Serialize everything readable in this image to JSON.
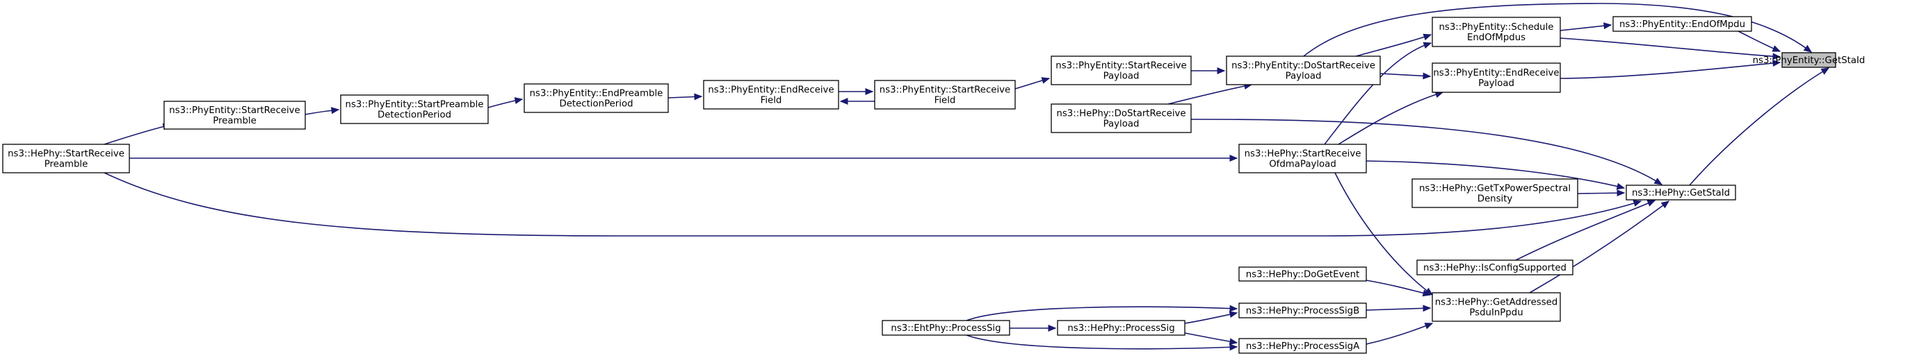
{
  "nodes": {
    "phyentity_getstaid": [
      "ns3::PhyEntity::GetStaId"
    ],
    "phyentity_endofmpdu": [
      "ns3::PhyEntity::EndOfMpdu"
    ],
    "phyentity_scheduleendofmpdus": [
      "ns3::PhyEntity::Schedule",
      "EndOfMpdus"
    ],
    "phyentity_endreceivepayload": [
      "ns3::PhyEntity::EndReceive",
      "Payload"
    ],
    "phyentity_dostartreceivepayload": [
      "ns3::PhyEntity::DoStartReceive",
      "Payload"
    ],
    "phyentity_startreceivepayload": [
      "ns3::PhyEntity::StartReceive",
      "Payload"
    ],
    "hephy_dostartreceivepayload": [
      "ns3::HePhy::DoStartReceive",
      "Payload"
    ],
    "phyentity_startreceivefield": [
      "ns3::PhyEntity::StartReceive",
      "Field"
    ],
    "phyentity_endreceivefield": [
      "ns3::PhyEntity::EndReceive",
      "Field"
    ],
    "phyentity_endpreambledetectionperiod": [
      "ns3::PhyEntity::EndPreamble",
      "DetectionPeriod"
    ],
    "phyentity_startpreambledetectionperiod": [
      "ns3::PhyEntity::StartPreamble",
      "DetectionPeriod"
    ],
    "phyentity_startreceivepreamble": [
      "ns3::PhyEntity::StartReceive",
      "Preamble"
    ],
    "hephy_startreceivepreamble": [
      "ns3::HePhy::StartReceive",
      "Preamble"
    ],
    "hephy_startreceiveofdmapayload": [
      "ns3::HePhy::StartReceive",
      "OfdmaPayload"
    ],
    "hephy_getstaid": [
      "ns3::HePhy::GetStaId"
    ],
    "hephy_gettxpowerspectraldensity": [
      "ns3::HePhy::GetTxPowerSpectral",
      "Density"
    ],
    "hephy_isconfigsupported": [
      "ns3::HePhy::IsConfigSupported"
    ],
    "hephy_getaddressedpsduinppdu": [
      "ns3::HePhy::GetAddressed",
      "PsduInPpdu"
    ],
    "hephy_dogetevent": [
      "ns3::HePhy::DoGetEvent"
    ],
    "hephy_processsigb": [
      "ns3::HePhy::ProcessSigB"
    ],
    "hephy_processsiga": [
      "ns3::HePhy::ProcessSigA"
    ],
    "hephy_processsig": [
      "ns3::HePhy::ProcessSig"
    ],
    "ehtphy_processsig": [
      "ns3::EhtPhy::ProcessSig"
    ]
  },
  "focus_node": "phyentity_getstaid",
  "edges": [
    [
      "phyentity_endofmpdu",
      "phyentity_getstaid"
    ],
    [
      "phyentity_scheduleendofmpdus",
      "phyentity_getstaid"
    ],
    [
      "phyentity_dostartreceivepayload",
      "phyentity_getstaid"
    ],
    [
      "phyentity_endreceivepayload",
      "phyentity_getstaid"
    ],
    [
      "hephy_getstaid",
      "phyentity_getstaid"
    ],
    [
      "phyentity_scheduleendofmpdus",
      "phyentity_endofmpdu"
    ],
    [
      "phyentity_dostartreceivepayload",
      "phyentity_scheduleendofmpdus"
    ],
    [
      "hephy_startreceiveofdmapayload",
      "phyentity_scheduleendofmpdus"
    ],
    [
      "phyentity_dostartreceivepayload",
      "phyentity_endreceivepayload"
    ],
    [
      "hephy_startreceiveofdmapayload",
      "phyentity_endreceivepayload"
    ],
    [
      "phyentity_startreceivepayload",
      "phyentity_dostartreceivepayload"
    ],
    [
      "hephy_dostartreceivepayload",
      "phyentity_dostartreceivepayload"
    ],
    [
      "phyentity_startreceivefield",
      "phyentity_startreceivepayload"
    ],
    [
      "phyentity_endreceivefield",
      "phyentity_startreceivefield"
    ],
    [
      "phyentity_startreceivefield",
      "phyentity_endreceivefield"
    ],
    [
      "phyentity_endpreambledetectionperiod",
      "phyentity_endreceivefield"
    ],
    [
      "phyentity_startpreambledetectionperiod",
      "phyentity_endpreambledetectionperiod"
    ],
    [
      "phyentity_startreceivepreamble",
      "phyentity_startpreambledetectionperiod"
    ],
    [
      "hephy_startreceivepreamble",
      "phyentity_startreceivepreamble"
    ],
    [
      "hephy_startreceivepreamble",
      "hephy_startreceiveofdmapayload"
    ],
    [
      "hephy_startreceivepreamble",
      "hephy_getstaid"
    ],
    [
      "hephy_dostartreceivepayload",
      "hephy_getstaid"
    ],
    [
      "hephy_startreceiveofdmapayload",
      "hephy_getstaid"
    ],
    [
      "hephy_gettxpowerspectraldensity",
      "hephy_getstaid"
    ],
    [
      "hephy_isconfigsupported",
      "hephy_getstaid"
    ],
    [
      "hephy_getaddressedpsduinppdu",
      "hephy_getstaid"
    ],
    [
      "hephy_startreceiveofdmapayload",
      "hephy_getaddressedpsduinppdu"
    ],
    [
      "hephy_dogetevent",
      "hephy_getaddressedpsduinppdu"
    ],
    [
      "hephy_processsigb",
      "hephy_getaddressedpsduinppdu"
    ],
    [
      "hephy_processsiga",
      "hephy_getaddressedpsduinppdu"
    ],
    [
      "hephy_processsig",
      "hephy_processsigb"
    ],
    [
      "ehtphy_processsig",
      "hephy_processsigb"
    ],
    [
      "hephy_processsig",
      "hephy_processsiga"
    ],
    [
      "ehtphy_processsig",
      "hephy_processsiga"
    ],
    [
      "ehtphy_processsig",
      "hephy_processsig"
    ]
  ],
  "colors": {
    "edge": "#191970",
    "node_border": "#000000",
    "node_fill": "#ffffff",
    "focus_fill": "#bfbfbf"
  }
}
